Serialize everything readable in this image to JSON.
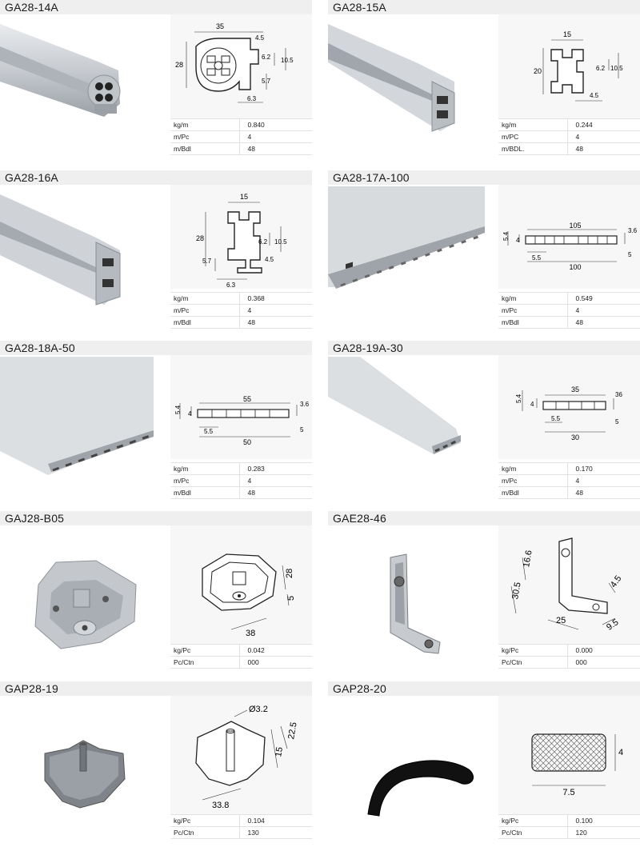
{
  "products": [
    {
      "code": "GA28-14A",
      "dims": {
        "w": "35",
        "h": "28",
        "a": "4.5",
        "b": "6.2",
        "c": "10.5",
        "d": "5.7",
        "e": "6.3"
      },
      "specs": [
        {
          "key": "kg/m",
          "value": "0.840"
        },
        {
          "key": "m/Pc",
          "value": "4"
        },
        {
          "key": "m/Bdl",
          "value": "48"
        }
      ]
    },
    {
      "code": "GA28-15A",
      "dims": {
        "w": "15",
        "h": "20",
        "a": "6.2",
        "b": "10.5",
        "c": "4.5"
      },
      "specs": [
        {
          "key": "kg/m",
          "value": "0.244"
        },
        {
          "key": "m/PC",
          "value": "4"
        },
        {
          "key": "m/BDL.",
          "value": "48"
        }
      ]
    },
    {
      "code": "GA28-16A",
      "dims": {
        "w": "15",
        "h": "28",
        "a": "6.2",
        "b": "10.5",
        "c": "5.7",
        "d": "4.5",
        "e": "6.3"
      },
      "specs": [
        {
          "key": "kg/m",
          "value": "0.368"
        },
        {
          "key": "m/Pc",
          "value": "4"
        },
        {
          "key": "m/Bdl",
          "value": "48"
        }
      ]
    },
    {
      "code": "GA28-17A-100",
      "dims": {
        "a": "5.4",
        "b": "4",
        "top": "105",
        "c": "3.6",
        "d": "5.5",
        "bottom": "100",
        "e": "5"
      },
      "specs": [
        {
          "key": "kg/m",
          "value": "0.549"
        },
        {
          "key": "m/Pc",
          "value": "4"
        },
        {
          "key": "m/Bdl",
          "value": "48"
        }
      ]
    },
    {
      "code": "GA28-18A-50",
      "dims": {
        "a": "5.4",
        "b": "4",
        "top": "55",
        "c": "3.6",
        "d": "5.5",
        "bottom": "50",
        "e": "5"
      },
      "specs": [
        {
          "key": "kg/m",
          "value": "0.283"
        },
        {
          "key": "m/Pc",
          "value": "4"
        },
        {
          "key": "m/Bdl",
          "value": "48"
        }
      ]
    },
    {
      "code": "GA28-19A-30",
      "dims": {
        "a": "5.4",
        "b": "4",
        "top": "35",
        "c": "36",
        "d": "5.5",
        "bottom": "30",
        "e": "5"
      },
      "specs": [
        {
          "key": "kg/m",
          "value": "0.170"
        },
        {
          "key": "m/Pc",
          "value": "4"
        },
        {
          "key": "m/Bdl",
          "value": "48"
        }
      ]
    },
    {
      "code": "GAJ28-B05",
      "dims": {
        "a": "28",
        "b": "5",
        "c": "38"
      },
      "specs": [
        {
          "key": "kg/Pc",
          "value": "0.042"
        },
        {
          "key": "Pc/Ctn",
          "value": "000"
        }
      ]
    },
    {
      "code": "GAE28-46",
      "dims": {
        "a": "16.6",
        "b": "30.5",
        "c": "4.5",
        "d": "25",
        "e": "9.5"
      },
      "specs": [
        {
          "key": "kg/Pc",
          "value": "0.000"
        },
        {
          "key": "Pc/Ctn",
          "value": "000"
        }
      ]
    },
    {
      "code": "GAP28-19",
      "dims": {
        "a": "Ø3.2",
        "b": "22.5",
        "c": "15",
        "d": "33.8"
      },
      "specs": [
        {
          "key": "kg/Pc",
          "value": "0.104"
        },
        {
          "key": "Pc/Ctn",
          "value": "130"
        }
      ]
    },
    {
      "code": "GAP28-20",
      "dims": {
        "a": "4",
        "b": "7.5"
      },
      "specs": [
        {
          "key": "kg/Pc",
          "value": "0.100"
        },
        {
          "key": "Pc/Ctn",
          "value": "120"
        }
      ]
    }
  ],
  "colors": {
    "header_bg": "#efefef",
    "aluminium": "#c9cdd1",
    "rubber": "#111111"
  }
}
